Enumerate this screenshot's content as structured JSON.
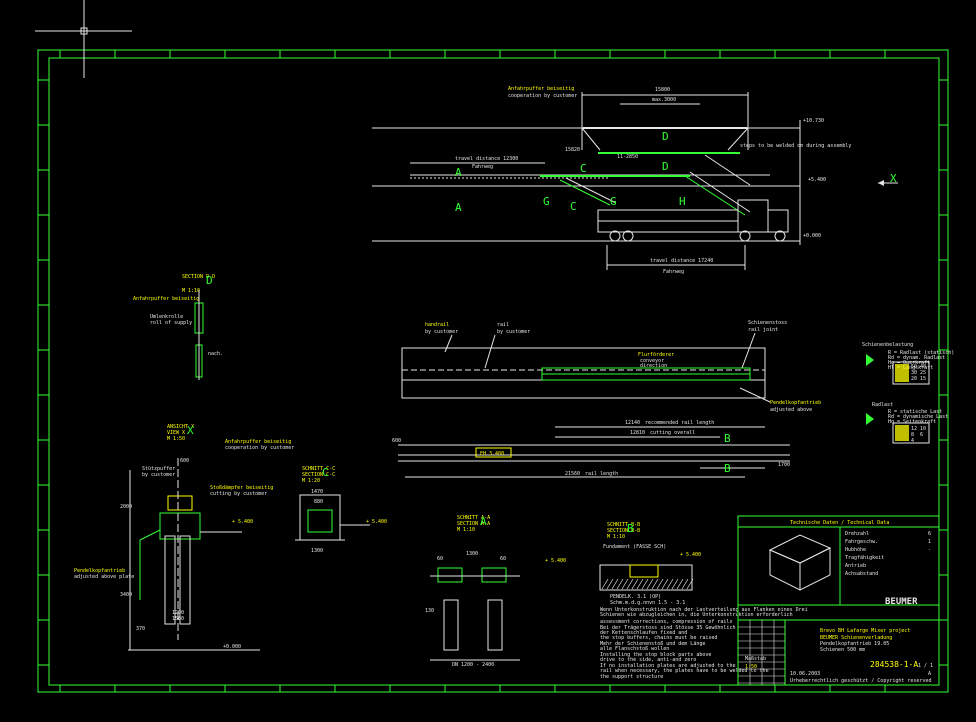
{
  "colors": {
    "background": "#000000",
    "frame": "#33ff33",
    "lines": "#e6e6e6",
    "text": "#ffff00",
    "accent": "#33ff33"
  },
  "cursor": {
    "icon": "crosshair-cursor-icon"
  },
  "view_x": "X",
  "main": {
    "top_callout": "Anfahrpuffer beiseitig",
    "top_callout_sub": "cooperation by customer",
    "dim_total": "15800",
    "dim_max": "max.3000",
    "dim_mid": "11-2850",
    "dim_left": "15820",
    "travel_upper": "travel distance 12300",
    "travel_upper_sub": "Fahrweg",
    "travel_lower": "travel distance 17240",
    "travel_lower_sub": "Fahrweg",
    "note_right": "steps to be welded on during assembly",
    "elev_top": "+10.730",
    "elev_mid": "+5.400",
    "elev_bot": "+0.000",
    "labels": {
      "A": "A",
      "B": "B",
      "C": "C",
      "D": "D",
      "G": "G",
      "H": "H"
    }
  },
  "plan": {
    "left_note": "handrail",
    "left_note_sub": "by customer",
    "mid_note": "rail",
    "mid_note_sub": "by customer",
    "right_note": "Schienenstoss",
    "right_note_sub": "rail joint",
    "band_label": "Flurförderer",
    "band_sub": "conveyor",
    "band_sub2": "direction",
    "bottom_note": "Pendelkopfantrieb",
    "bottom_note_sub": "adjusted above",
    "dim1": "12140",
    "dim1_note": "recommended rail length",
    "dim2": "12810",
    "dim2_note": "cutting overall",
    "dim3": "21560",
    "dim3_note": "rail length",
    "box_label": "EH 3.400",
    "dim_left": "600",
    "dim_right": "1700"
  },
  "section_dd": {
    "title": "SCHNITT D-D",
    "title_sub": "SECTION D-D",
    "scale": "M 1:10",
    "label1": "Anfahrpuffer beiseitig",
    "label2": "Umlenkrolle",
    "label2_sub": "roll of supply",
    "label3": "nach."
  },
  "view_x_detail": {
    "title": "ANSICHT X",
    "title_sub": "VIEW X",
    "scale": "M 1:50",
    "label1": "Anfahrpuffer beiseitig",
    "label1_sub": "cooperation by customer",
    "label2": "Stützpuffer",
    "label2_sub": "by customer",
    "label3": "Stoßdämpfer beiseitig",
    "label3_sub": "cutting by customer",
    "label4": "Pendelkopfantrieb",
    "label4_sub": "adjusted above plate",
    "dim_top": "600",
    "dim_left": "2000",
    "dim_lower": "3400",
    "dim_bottom": "370",
    "dim_w1": "1200",
    "dim_w2": "1500",
    "elev1": "+ 5.400",
    "elev2": "+0.000"
  },
  "section_cc": {
    "title": "SCHNITT C-C",
    "title_sub": "SECTION C-C",
    "scale": "M 1:20",
    "dim_top": "1470",
    "dim_mid": "880",
    "dim_bottom": "1300",
    "elev": "+ 5.400"
  },
  "section_aa": {
    "title": "SCHNITT A-A",
    "title_sub": "SECTION A-A",
    "scale": "M 1:10",
    "dim_top": "1300",
    "dim_top_l": "60",
    "dim_top_r": "60",
    "dim_bottom": "DN 1200 - 2400",
    "dim_side": "130",
    "elev": "+ 5.400"
  },
  "section_bb": {
    "title": "SCHNITT B-B",
    "title_sub": "SECTION B-B",
    "scale": "M 1:10",
    "label_top": "Fundament (FASSE SCH)",
    "label_mid": "PENDELK. 3.1 (OP)",
    "label_mid2": "Schm.m.d.g.nnvn 1.5 - 3.1",
    "elev": "+ 5.400",
    "note1": "Wenn Unterkonstruktion nach der Lastverteilung aus Flanken eines Drei",
    "note2": "Schienen wie abzugleichen in, die Unterkonstruktion erforderlich",
    "note3": "assessment corrections, compression of rails",
    "note4": "Bei der Trägerstoss sind Stösse 35 Gewöhnlich",
    "note5": "der Kettenschlaufen fixed and",
    "note6": "the stop buffers, chains must be raised",
    "note7": "Mehr der Schienenstoß und dem Länge",
    "note8": "alle Flanschstoß wollen",
    "note9": "Installing the stop block parts above",
    "note10": "drive to the side, anti-and zero",
    "note11": "If no installation plates are adjusted to the",
    "note12": "rail when necessary, the plates have to be welded to the",
    "note13": "the support structure"
  },
  "legend1": {
    "title": "Schienenbelastung",
    "rows": [
      "R = Radlast (statisch)",
      "Rd = dynam. Radlast",
      "Hq = Querkraft",
      "Hl = Längskraft"
    ],
    "grid": [
      "50",
      "40",
      "30",
      "25",
      "20",
      "15"
    ]
  },
  "legend2": {
    "title": "Radlast",
    "rows": [
      "R = statische Last",
      "Rd = dynamische Last",
      "Hq = Seitenkraft"
    ],
    "grid": [
      "12",
      "10",
      "8",
      "6",
      "4"
    ]
  },
  "title_block": {
    "tech_data": "Technische Daten / Technical Data",
    "rows": [
      "Drehzahl",
      "Fahrgeschw.",
      "Hubhöhe",
      "Tragfähigkeit",
      "Antrieb",
      "Achsabstand"
    ],
    "values": [
      "6",
      "1",
      "-",
      "-",
      "-",
      "-"
    ],
    "company": "BEUMER",
    "project": "Brevo BH Lafarge Mixer project",
    "project_line2": "BEUMER Schienenverladung",
    "project_line3": "Pendelkopfantrieb 19.05",
    "project_line4": "Schienen 500 mm",
    "drawing_no": "284538-1-A",
    "sheet": "1 / 1",
    "scale_label": "Maßstab",
    "scale_value": "1:50",
    "drawn": "10.06.2003",
    "revision": "A",
    "footer": "Urheberrechtlich geschützt / Copyright reserved"
  }
}
